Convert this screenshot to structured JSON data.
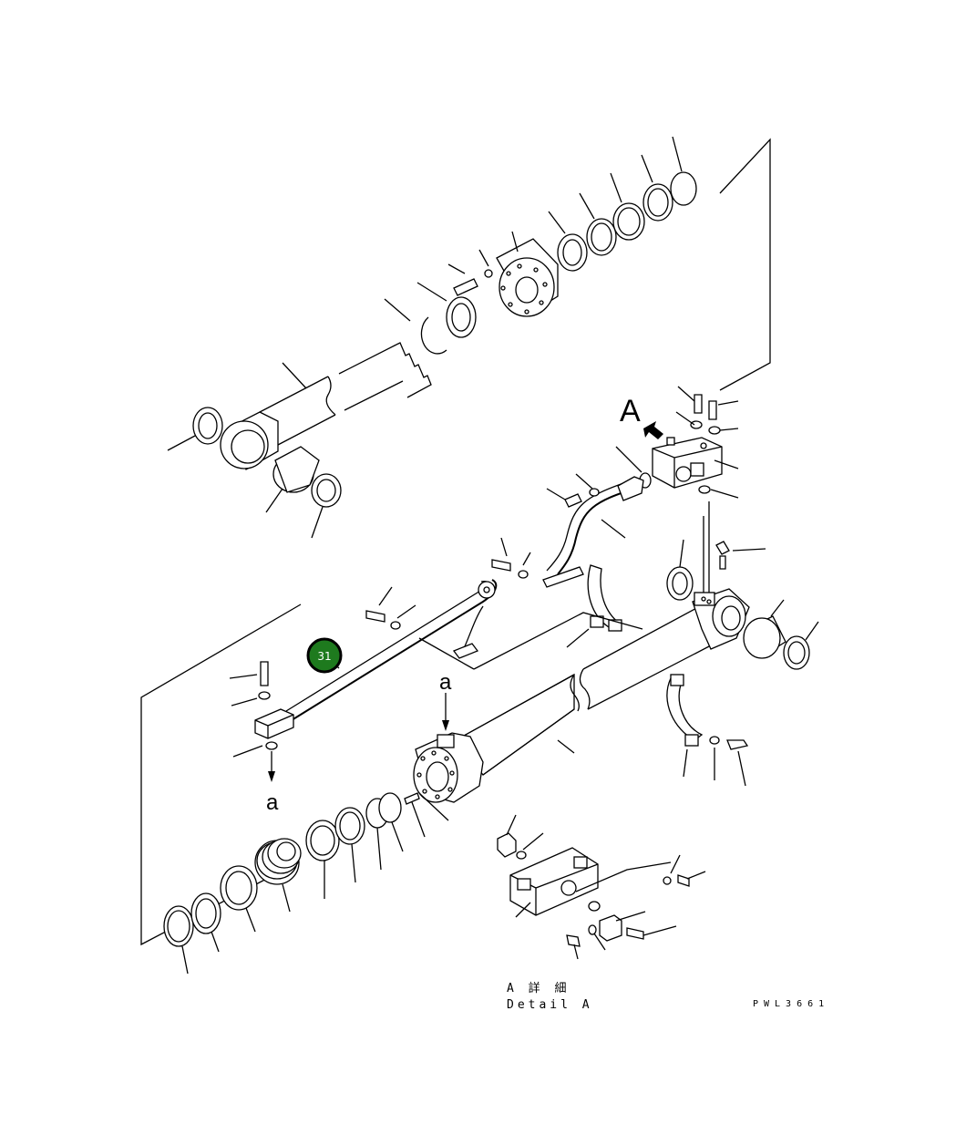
{
  "callout": {
    "number": "31",
    "color": "#1e7a1e"
  },
  "labels": {
    "detail_marker": "A",
    "view_marker_top": "a",
    "view_marker_bottom": "a",
    "detail_caption_jp": "A 詳 細",
    "detail_caption_en": "Detail A",
    "drawing_code": "PWL3661"
  }
}
